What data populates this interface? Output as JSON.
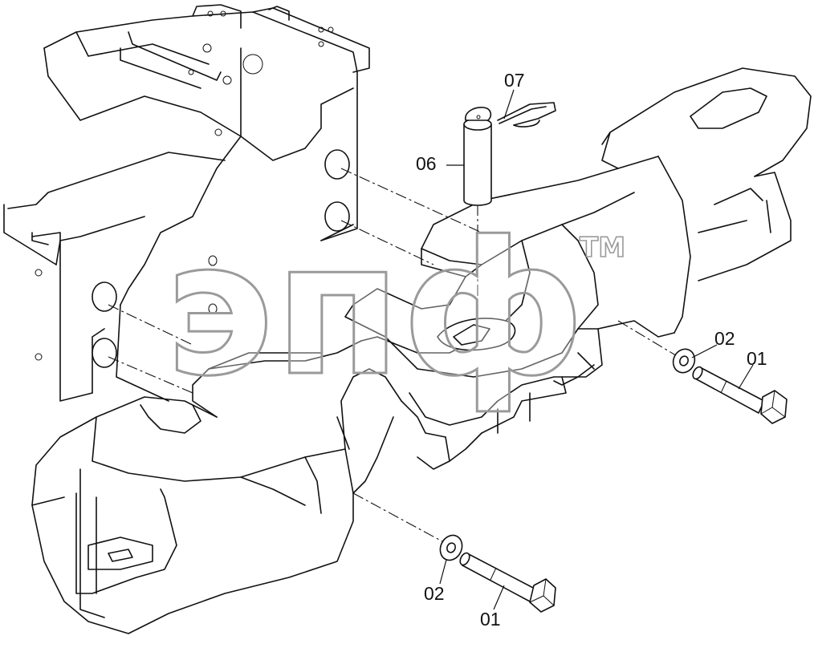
{
  "callouts": {
    "c07": "07",
    "c06": "06",
    "c02_right": "02",
    "c01_right": "01",
    "c02_bottom": "02",
    "c01_bottom": "01"
  },
  "watermark": {
    "text": "эпф",
    "trademark": "TM"
  },
  "colors": {
    "line": "#111111",
    "watermark_outline": "#9a9a9a",
    "background": "#ffffff"
  }
}
